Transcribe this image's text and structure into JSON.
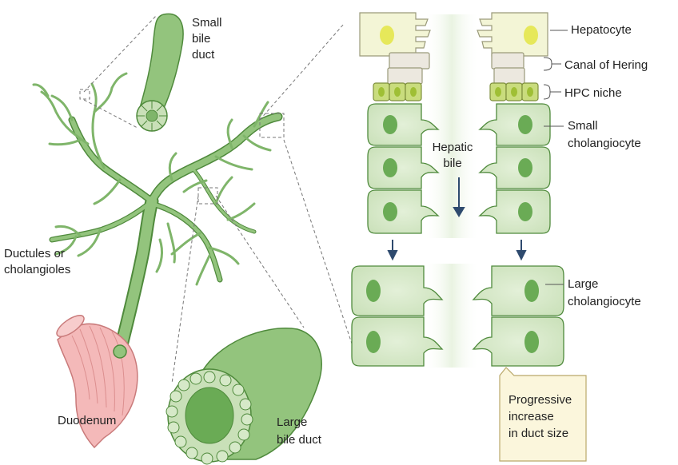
{
  "labels": {
    "small_bile_duct": [
      "Small",
      "bile",
      "duct"
    ],
    "ductules": [
      "Ductules or",
      "cholangioles"
    ],
    "duodenum": "Duodenum",
    "large_bile_duct": [
      "Large",
      "bile duct"
    ],
    "hepatocyte": "Hepatocyte",
    "canal_of_hering": "Canal of Hering",
    "hpc_niche": "HPC niche",
    "small_cholangiocyte": [
      "Small",
      "cholangiocyte"
    ],
    "hepatic_bile": [
      "Hepatic",
      "bile"
    ],
    "large_cholangiocyte": [
      "Large",
      "cholangiocyte"
    ],
    "progressive_increase": [
      "Progressive",
      "increase",
      "in duct size"
    ]
  },
  "colors": {
    "duct_green": "#93c47d",
    "duct_dark": "#4f8a3c",
    "cell_fill": "#d6e9c8",
    "nucleus": "#6aab55",
    "hepatocyte_fill": "#f3f5d6",
    "hepatocyte_nucleus": "#e6e85a",
    "hering_fill": "#ece8df",
    "hpc_fill": "#c9dc7d",
    "duodenum_pink": "#f4b9b9",
    "callout_fill": "#fbf6dc"
  }
}
